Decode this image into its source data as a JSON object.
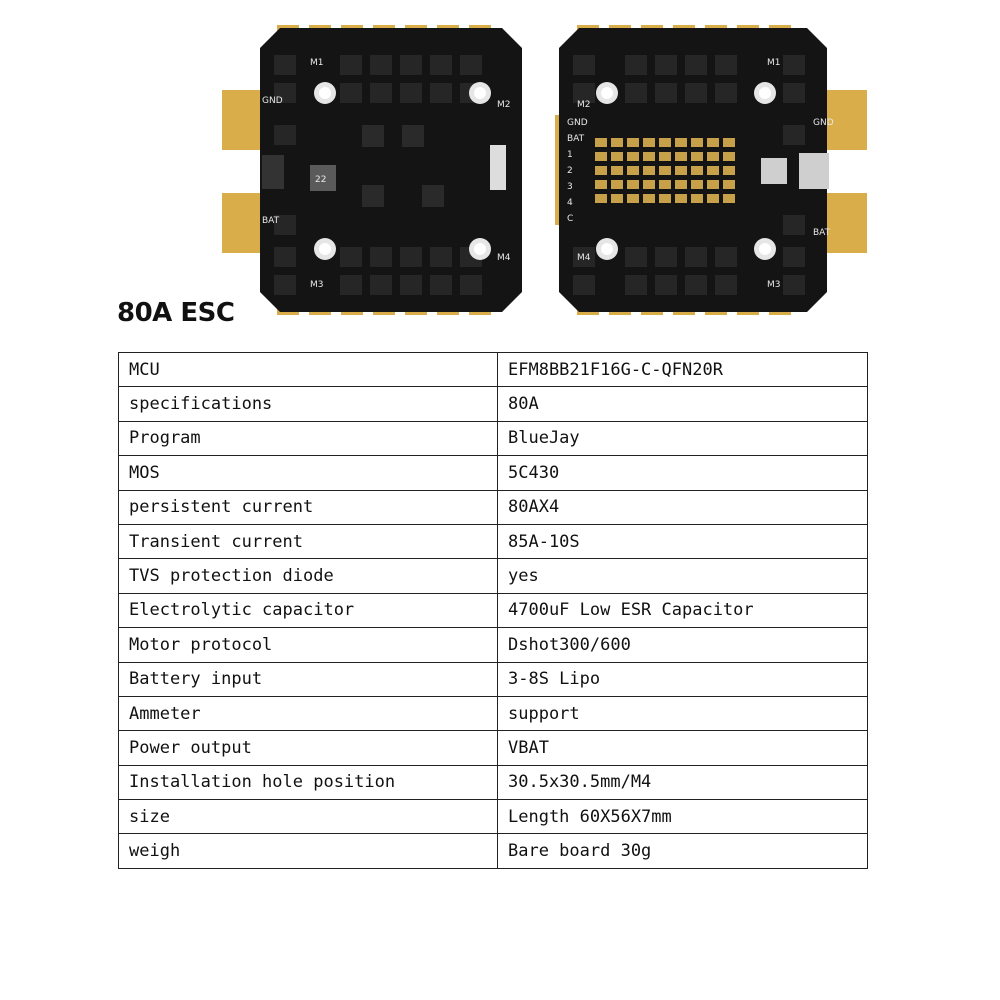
{
  "product_title": "80A ESC",
  "boards": {
    "front": {
      "motor_labels": [
        "M1",
        "M2",
        "M3",
        "M4"
      ],
      "pad_labels": [
        "GND",
        "BAT"
      ],
      "component_labels": [
        "22"
      ]
    },
    "back": {
      "motor_labels": [
        "M1",
        "M2",
        "M3",
        "M4"
      ],
      "pad_labels": [
        "GND",
        "BAT"
      ],
      "connector_labels": [
        "GND",
        "BAT",
        "1",
        "2",
        "3",
        "4",
        "C"
      ]
    }
  },
  "spec_table": {
    "rows": [
      {
        "label": "MCU",
        "value": "EFM8BB21F16G-C-QFN20R"
      },
      {
        "label": "specifications",
        "value": "80A"
      },
      {
        "label": "Program",
        "value": "BlueJay"
      },
      {
        "label": "MOS",
        "value": "5C430"
      },
      {
        "label": "persistent current",
        "value": "80AX4"
      },
      {
        "label": "Transient current",
        "value": "85A-10S"
      },
      {
        "label": "TVS protection diode",
        "value": "yes"
      },
      {
        "label": "Electrolytic capacitor",
        "value": "4700uF Low ESR Capacitor"
      },
      {
        "label": "Motor protocol",
        "value": "Dshot300/600"
      },
      {
        "label": "Battery input",
        "value": "3-8S Lipo"
      },
      {
        "label": "Ammeter",
        "value": "support"
      },
      {
        "label": "Power output",
        "value": "VBAT"
      },
      {
        "label": "Installation hole position",
        "value": "30.5x30.5mm/M4"
      },
      {
        "label": "size",
        "value": "Length 60X56X7mm"
      },
      {
        "label": "weigh",
        "value": "Bare board 30g"
      }
    ]
  }
}
